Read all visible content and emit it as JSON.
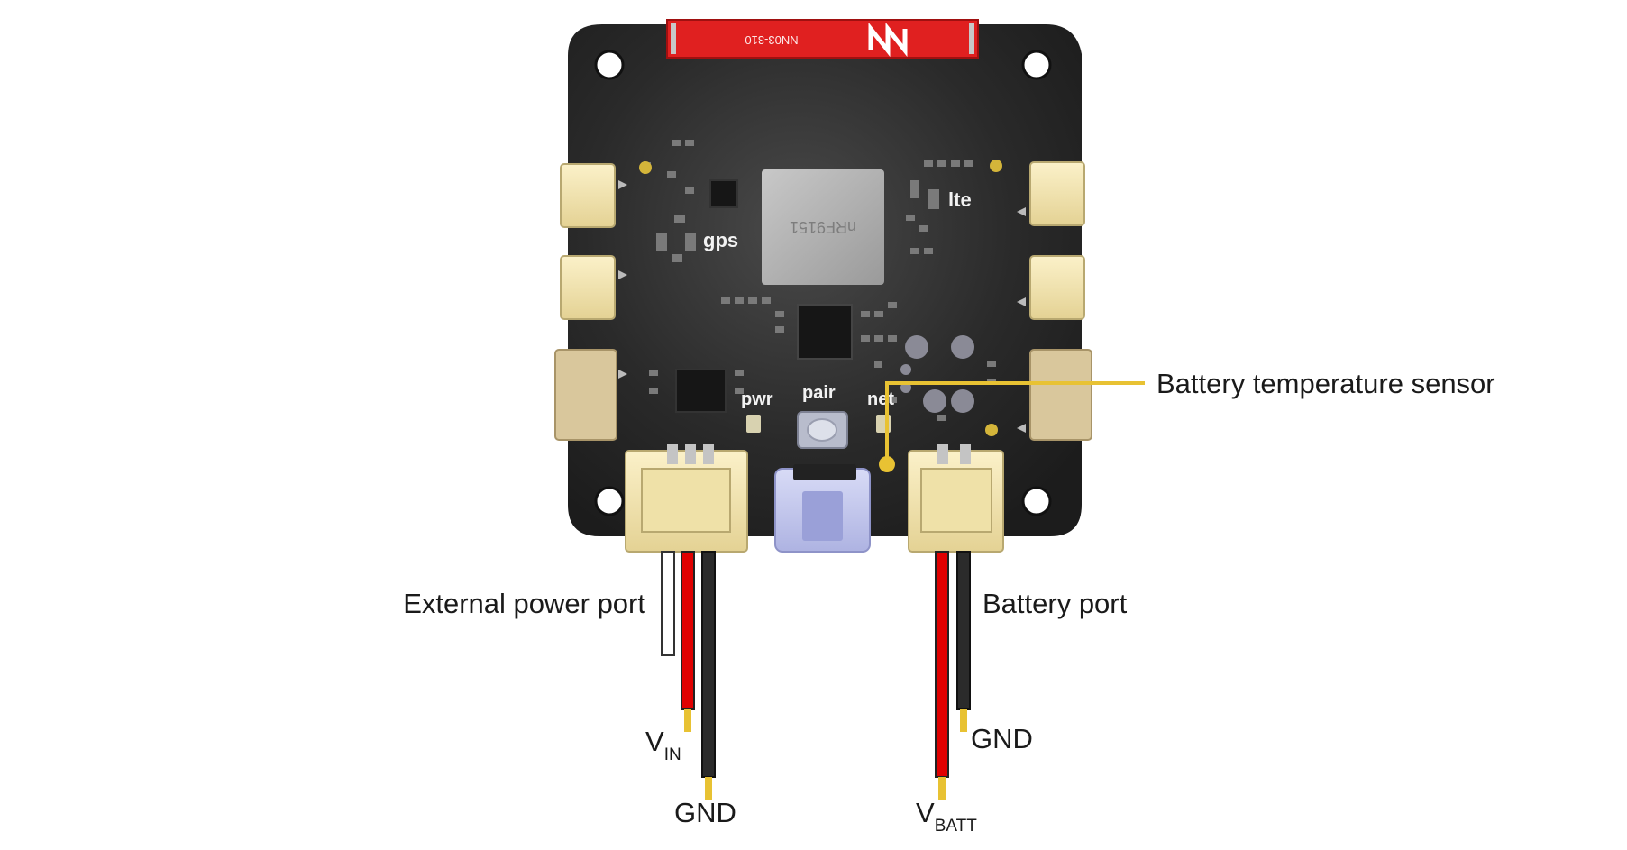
{
  "board": {
    "part_number": "NN03-310",
    "chip_marking": "nRF9151",
    "silkscreen": {
      "gps": "gps",
      "lte": "lte",
      "pwr": "pwr",
      "pair": "pair",
      "net": "net"
    }
  },
  "callouts": {
    "battery_temp_sensor": "Battery temperature sensor",
    "external_power_port": "External power port",
    "battery_port": "Battery port"
  },
  "wires": {
    "vin": {
      "main": "V",
      "sub": "IN"
    },
    "gnd_external": "GND",
    "gnd_battery": "GND",
    "vbatt": {
      "main": "V",
      "sub": "BATT"
    }
  },
  "colors": {
    "board": "#2b2b2b",
    "accent_red": "#e02020",
    "callout_line": "#e8c233",
    "connector": "#f3e6b5",
    "usb_c": "#c5c9ee"
  }
}
